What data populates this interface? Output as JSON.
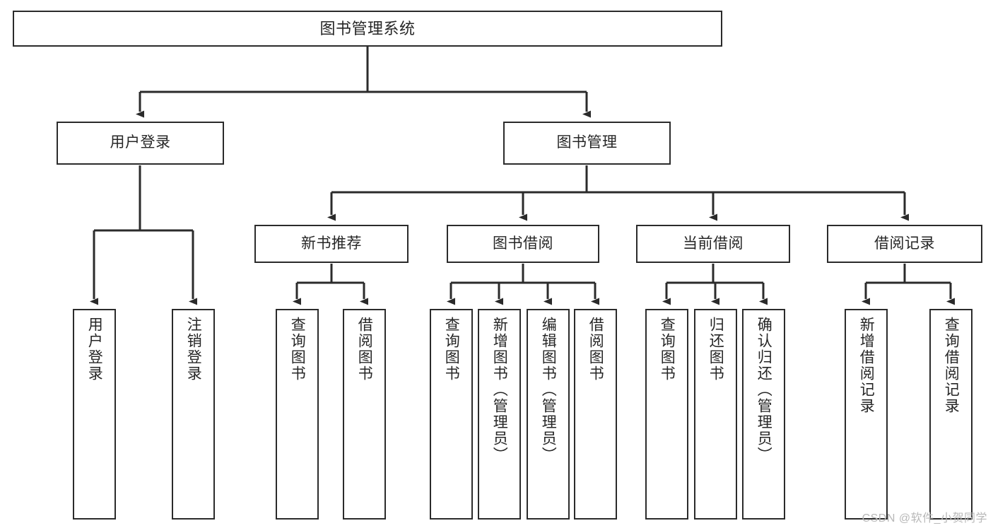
{
  "diagram": {
    "title": "图书管理系统",
    "type": "tree",
    "watermark": "CSDN @软件_小贺同学",
    "colors": {
      "background": "#ffffff",
      "node_border": "#2b2b2b",
      "node_fill": "#ffffff",
      "edge": "#2b2b2b",
      "text": "#262626",
      "watermark": "#b8b8b8"
    },
    "nodes": {
      "root": {
        "label": "图书管理系统"
      },
      "level2": [
        {
          "id": "user-login",
          "label": "用户登录"
        },
        {
          "id": "book-manage",
          "label": "图书管理"
        }
      ],
      "level3": [
        {
          "id": "new-book-recommend",
          "label": "新书推荐"
        },
        {
          "id": "book-borrow",
          "label": "图书借阅"
        },
        {
          "id": "current-borrow",
          "label": "当前借阅"
        },
        {
          "id": "borrow-record",
          "label": "借阅记录"
        }
      ],
      "leaves": {
        "user_login": [
          {
            "id": "leaf-user-login",
            "label": "用户登录"
          },
          {
            "id": "leaf-logout",
            "label": "注销登录"
          }
        ],
        "new_book_recommend": [
          {
            "id": "leaf-query-book-1",
            "label": "查询图书"
          },
          {
            "id": "leaf-borrow-book-1",
            "label": "借阅图书"
          }
        ],
        "book_borrow": [
          {
            "id": "leaf-query-book-2",
            "label": "查询图书"
          },
          {
            "id": "leaf-add-book",
            "label": "新增图书（管理员）"
          },
          {
            "id": "leaf-edit-book",
            "label": "编辑图书（管理员）"
          },
          {
            "id": "leaf-borrow-book-2",
            "label": "借阅图书"
          }
        ],
        "current_borrow": [
          {
            "id": "leaf-query-book-3",
            "label": "查询图书"
          },
          {
            "id": "leaf-return-book",
            "label": "归还图书"
          },
          {
            "id": "leaf-confirm-return",
            "label": "确认归还（管理员）"
          }
        ],
        "borrow_record": [
          {
            "id": "leaf-add-record",
            "label": "新增借阅记录"
          },
          {
            "id": "leaf-query-record",
            "label": "查询借阅记录"
          }
        ]
      }
    }
  }
}
